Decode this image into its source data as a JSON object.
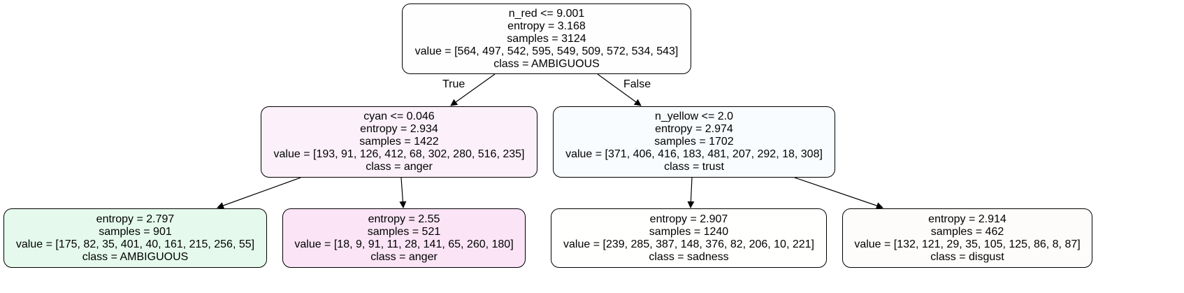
{
  "tree": {
    "nodes": {
      "root": {
        "split": "n_red <= 9.001",
        "entropy": "entropy = 3.168",
        "samples": "samples = 3124",
        "value": "value = [564, 497, 542, 595, 549, 509, 572, 534, 543]",
        "class": "class = AMBIGUOUS",
        "fill": "#fefefe"
      },
      "left": {
        "split": "cyan <= 0.046",
        "entropy": "entropy = 2.934",
        "samples": "samples = 1422",
        "value": "value = [193, 91, 126, 412, 68, 302, 280, 516, 235]",
        "class": "class = anger",
        "fill": "#fcf1fa"
      },
      "right": {
        "split": "n_yellow <= 2.0",
        "entropy": "entropy = 2.974",
        "samples": "samples = 1702",
        "value": "value = [371, 406, 416, 183, 481, 207, 292, 18, 308]",
        "class": "class = trust",
        "fill": "#f8fcfe"
      },
      "leaf_ll": {
        "entropy": "entropy = 2.797",
        "samples": "samples = 901",
        "value": "value = [175, 82, 35, 401, 40, 161, 215, 256, 55]",
        "class": "class = AMBIGUOUS",
        "fill": "#e5faed"
      },
      "leaf_lr": {
        "entropy": "entropy = 2.55",
        "samples": "samples = 521",
        "value": "value = [18, 9, 91, 11, 28, 141, 65, 260, 180]",
        "class": "class = anger",
        "fill": "#fae4f6"
      },
      "leaf_rl": {
        "entropy": "entropy = 2.907",
        "samples": "samples = 1240",
        "value": "value = [239, 285, 387, 148, 376, 82, 206, 10, 221]",
        "class": "class = sadness",
        "fill": "#fffffe"
      },
      "leaf_rr": {
        "entropy": "entropy = 2.914",
        "samples": "samples = 462",
        "value": "value = [132, 121, 29, 35, 105, 125, 86, 8, 87]",
        "class": "class = disgust",
        "fill": "#fdfcfa"
      }
    },
    "edge_labels": {
      "true_label": "True",
      "false_label": "False"
    }
  }
}
